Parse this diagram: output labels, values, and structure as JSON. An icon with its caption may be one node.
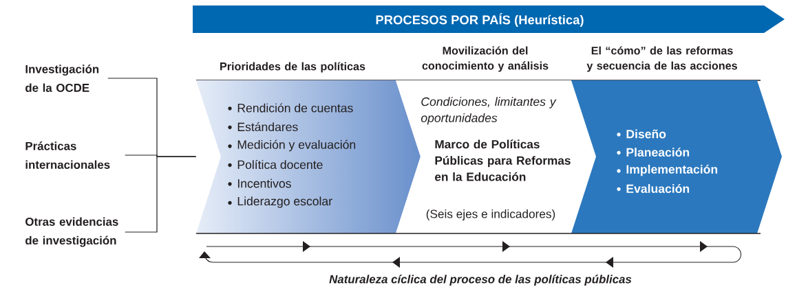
{
  "diagram": {
    "caption": "Naturaleza cíclica del proceso de las políticas públicas",
    "nodes": [
      {
        "text": [
          "PROCESOS POR PAÍS  (Heurística)"
        ]
      },
      {
        "text": [
          "Investigación de la OCDE"
        ]
      },
      {
        "text": [
          "Prácticas internacionales"
        ]
      },
      {
        "text": [
          "Otras evidencias de investigación"
        ]
      },
      {
        "text": [
          "Prioridades de las políticas",
          "Rendición de cuentas",
          "Estándares",
          "Medición y evaluación",
          "Política docente",
          "Incentivos",
          "Liderazgo escolar"
        ]
      },
      {
        "text": [
          "Movilización del conocimiento y análisis",
          "Condiciones, limitantes y oportunidades",
          "Marco de Políticas Públicas para Reformas en la Educación",
          "(Seis ejes e indicadores)"
        ]
      },
      {
        "text": [
          "El “cómo” de las reformas y secuencia de las acciones",
          "Diseño",
          "Planeación",
          "Implementación",
          "Evaluación"
        ]
      }
    ],
    "edges": [
      {
        "from": 1,
        "to": 4,
        "arrow": "none"
      },
      {
        "from": 2,
        "to": 4,
        "arrow": "none"
      },
      {
        "from": 3,
        "to": 4,
        "arrow": "none"
      }
    ]
  }
}
